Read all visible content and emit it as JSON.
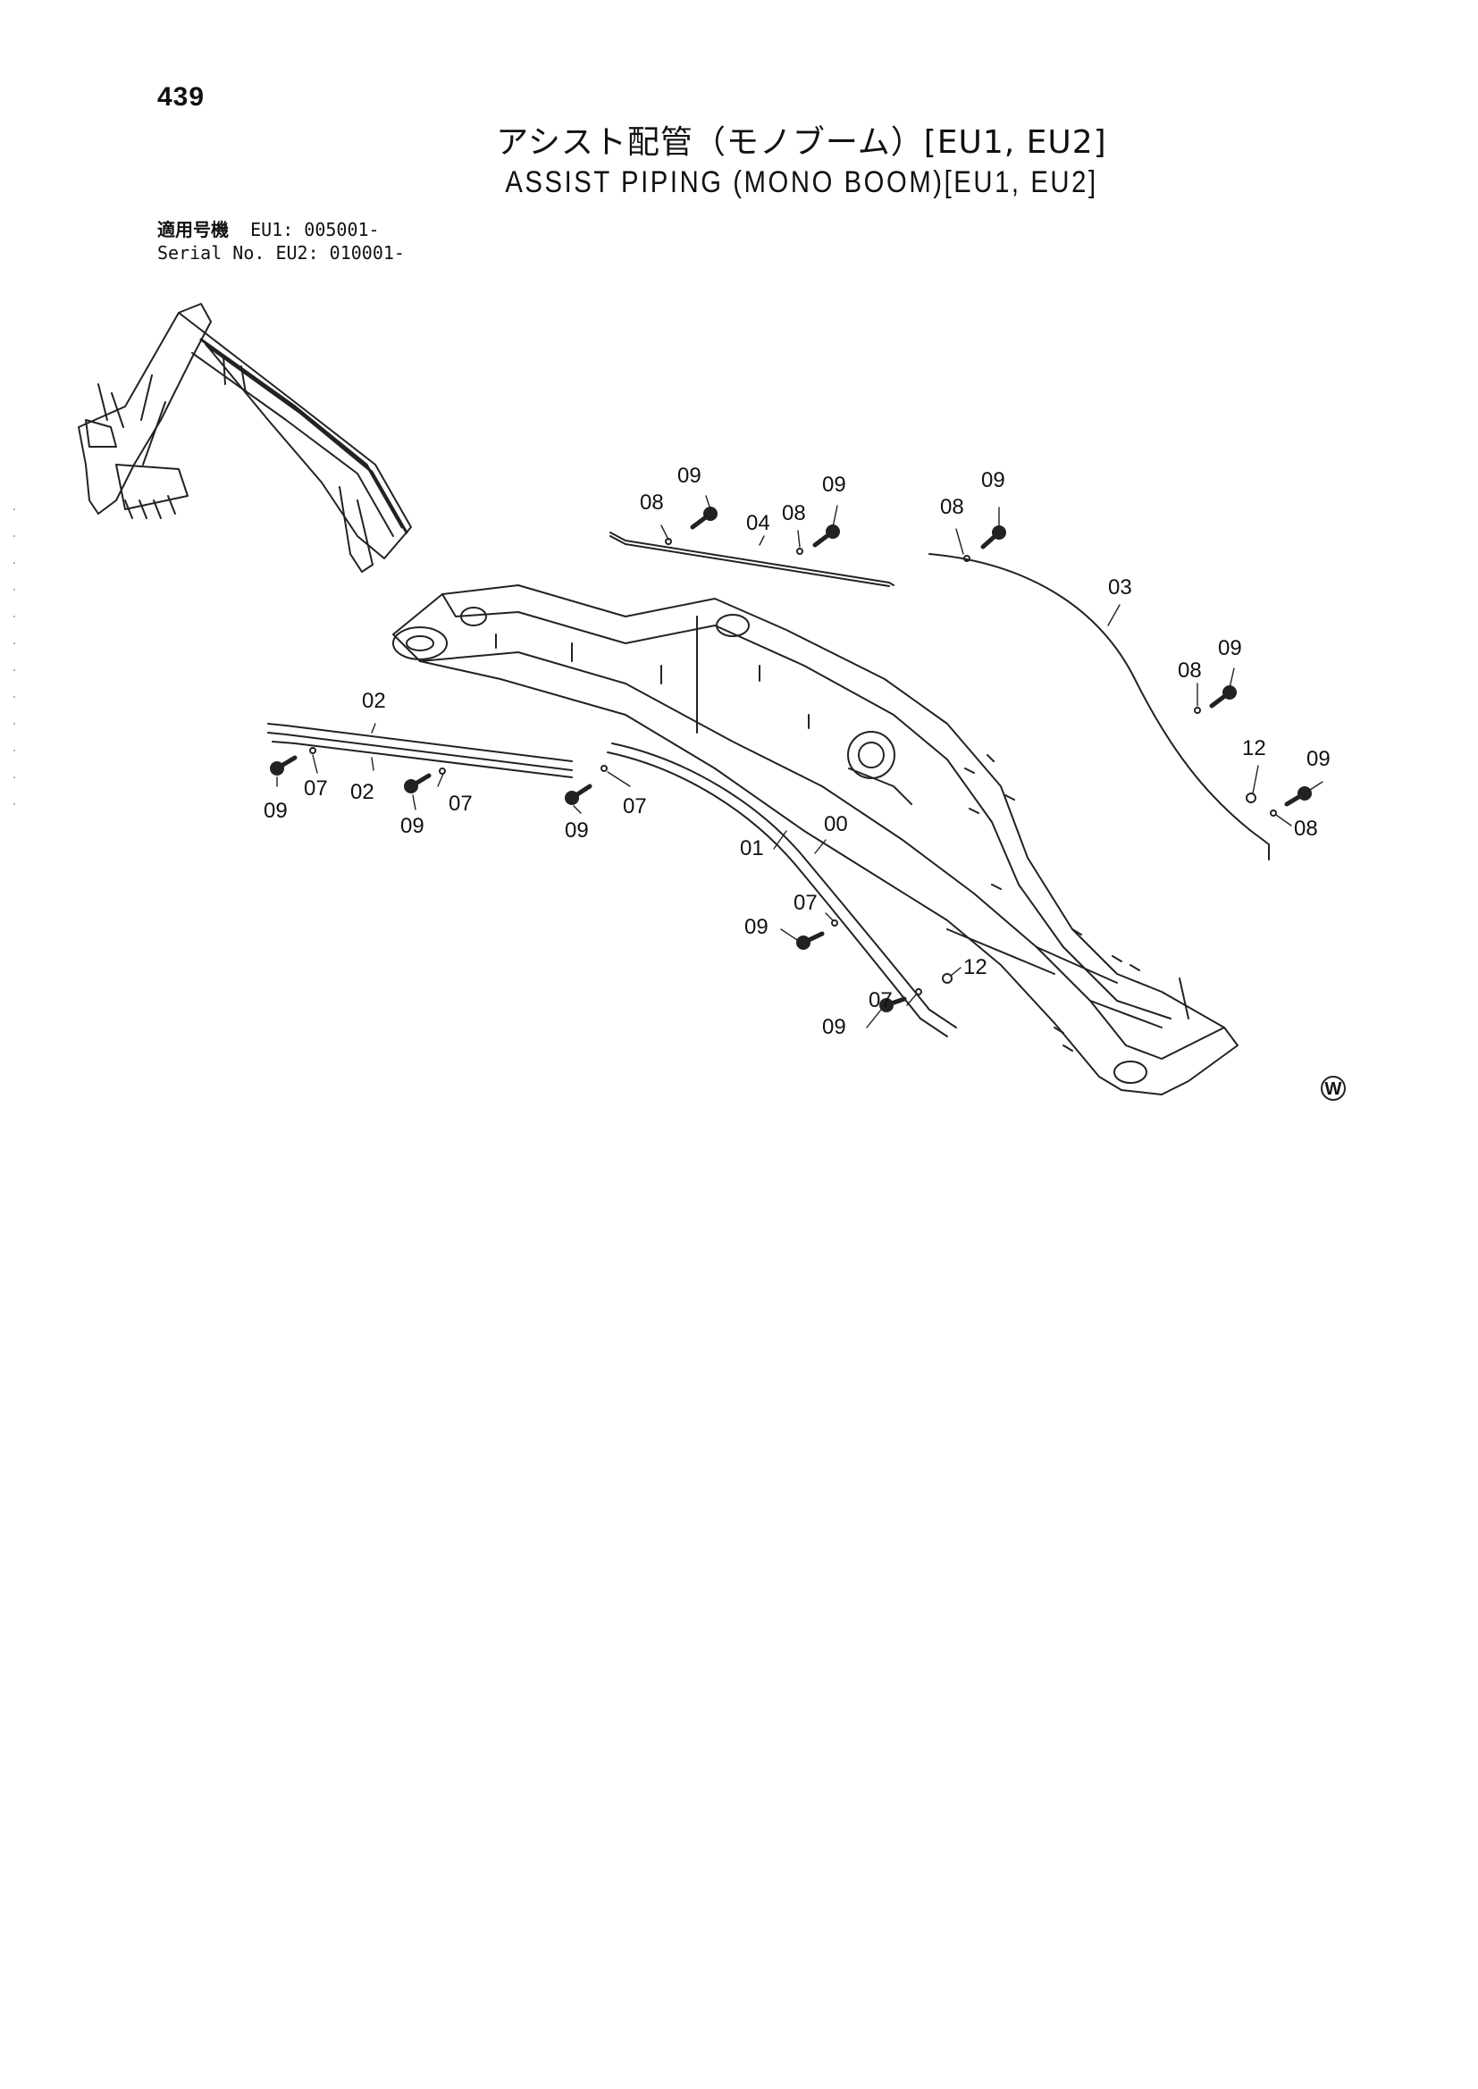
{
  "page": {
    "number": "439"
  },
  "title": {
    "japanese": "アシスト配管（モノブーム）[EU1, EU2]",
    "english": "ASSIST PIPING (MONO BOOM)[EU1, EU2]"
  },
  "serial": {
    "label_jp": "適用号機",
    "label_en": "Serial No.",
    "eu1": "EU1: 005001-",
    "eu2": "EU2: 010001-"
  },
  "callouts": {
    "c04": "04",
    "c08a": "08",
    "c09a": "09",
    "c08b": "08",
    "c09b": "09",
    "c08c": "08",
    "c09c": "09",
    "c03": "03",
    "c08d": "08",
    "c09d": "09",
    "c12a": "12",
    "c09e": "09",
    "c08e": "08",
    "c02a": "02",
    "c02b": "02",
    "c07a": "07",
    "c07b": "07",
    "c09f": "09",
    "c09g": "09",
    "c07c": "07",
    "c09h": "09",
    "c01": "01",
    "c00": "00",
    "c07d": "07",
    "c09i": "09",
    "c12b": "12",
    "c07e": "07",
    "c09j": "09"
  },
  "marks": {
    "w": "W"
  }
}
